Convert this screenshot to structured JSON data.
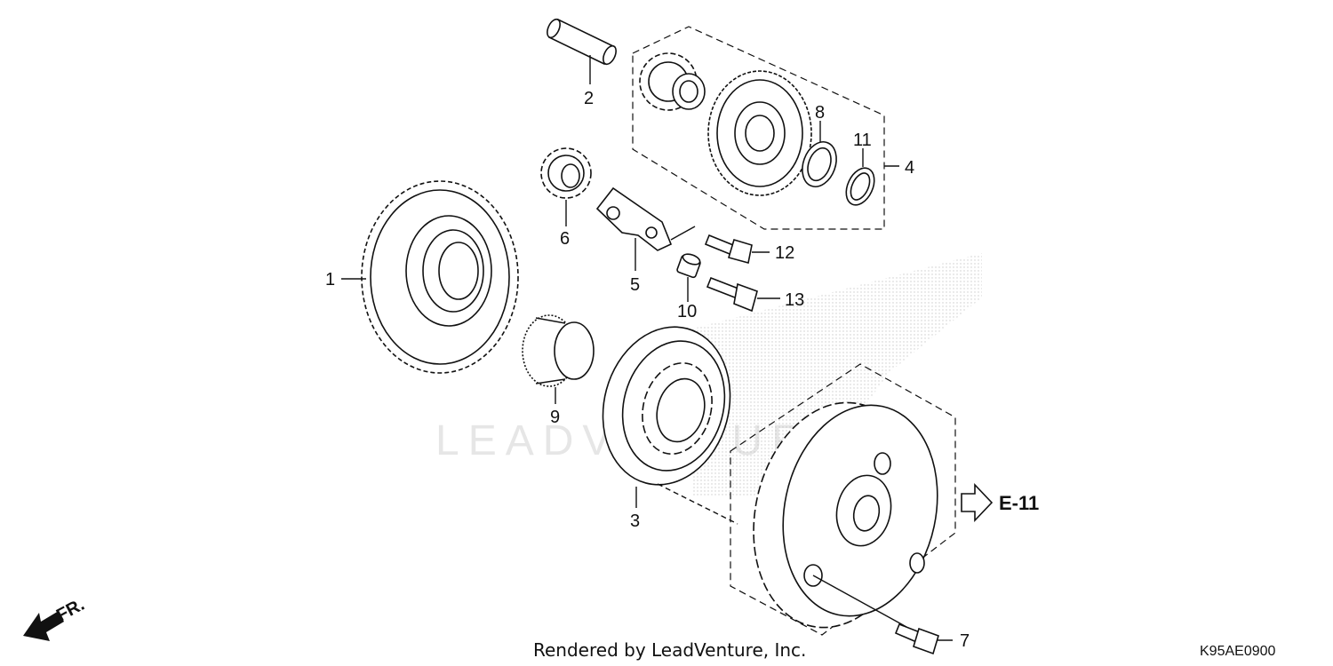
{
  "callouts": [
    "1",
    "2",
    "3",
    "4",
    "5",
    "6",
    "7",
    "8",
    "9",
    "10",
    "11",
    "12",
    "13"
  ],
  "reference": "E-11",
  "front_label": "FR.",
  "footer": "Rendered by LeadVenture, Inc.",
  "diagram_code": "K95AE0900",
  "watermark": "LEADVENTURE"
}
